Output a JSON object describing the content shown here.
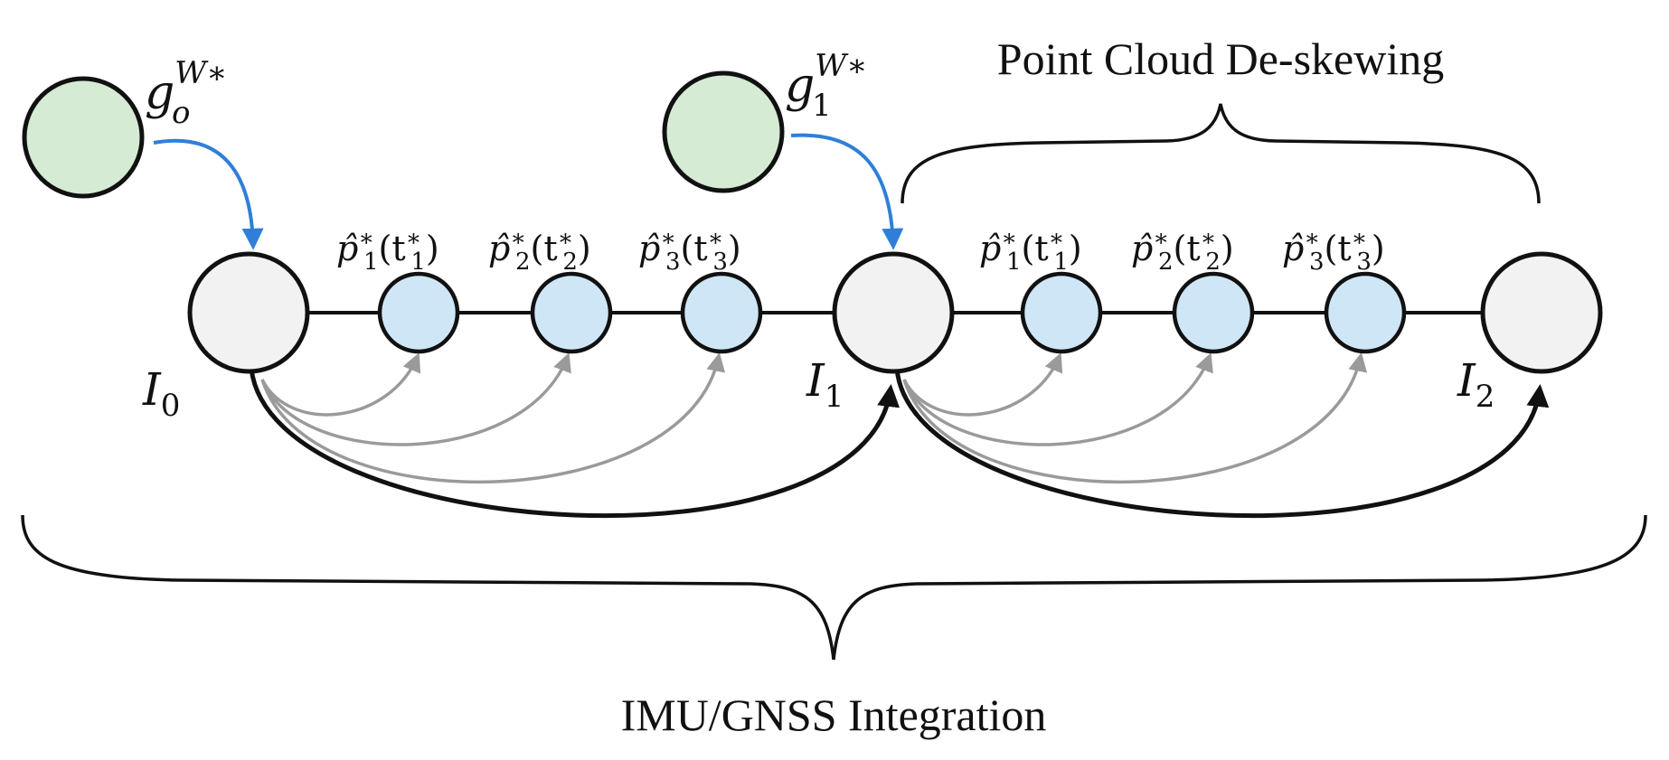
{
  "labels": {
    "deskew_title": "Point Cloud De-skewing",
    "integration_title": "IMU/GNSS Integration"
  },
  "imu_nodes": [
    {
      "symbol": "I",
      "sub": "0"
    },
    {
      "symbol": "I",
      "sub": "1"
    },
    {
      "symbol": "I",
      "sub": "2"
    }
  ],
  "gnss_nodes": [
    {
      "symbol": "g",
      "sub": "o",
      "sup": "W∗"
    },
    {
      "symbol": "g",
      "sub": "1",
      "sup": "W∗"
    }
  ],
  "point_labels": [
    {
      "sub": "1",
      "text_before": "p̂",
      "text_mid": "(t",
      "text_end": ")"
    },
    {
      "sub": "2",
      "text_before": "p̂",
      "text_mid": "(t",
      "text_end": ")"
    },
    {
      "sub": "3",
      "text_before": "p̂",
      "text_mid": "(t",
      "text_end": ")"
    },
    {
      "sub": "1",
      "text_before": "p̂",
      "text_mid": "(t",
      "text_end": ")"
    },
    {
      "sub": "2",
      "text_before": "p̂",
      "text_mid": "(t",
      "text_end": ")"
    },
    {
      "sub": "3",
      "text_before": "p̂",
      "text_mid": "(t",
      "text_end": ")"
    }
  ],
  "star": "∗",
  "colors": {
    "imu_fill": "#f2f2f2",
    "point_fill": "#cfe6f7",
    "gnss_fill": "#d5ebd4",
    "gnss_arrow": "#2f7fd8",
    "deskew_arrow": "#9a9a9a",
    "integration_arrow": "#111111"
  }
}
